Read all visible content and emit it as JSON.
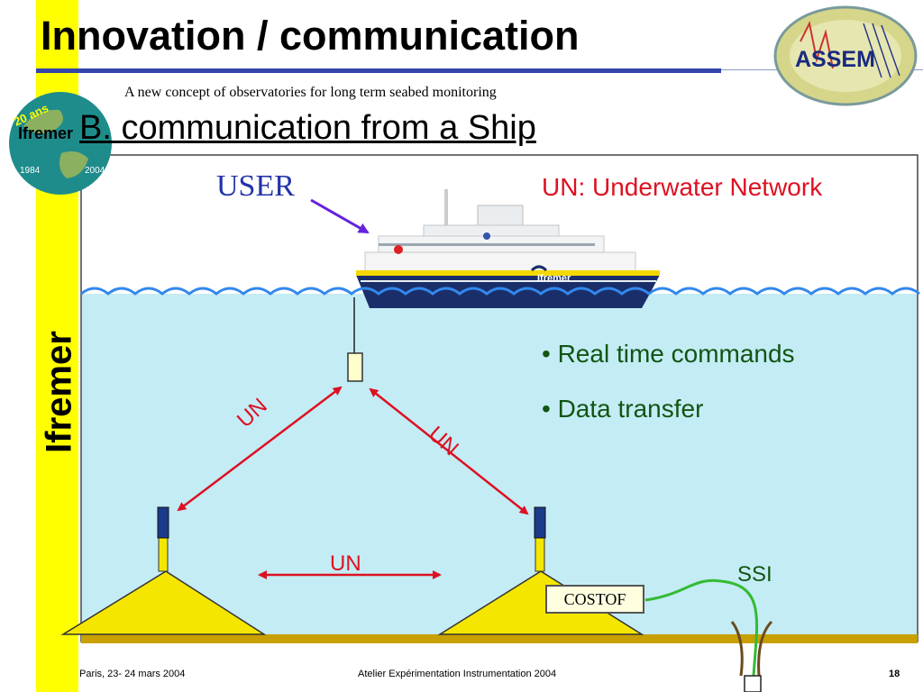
{
  "slide": {
    "title": "Innovation / communication",
    "subtitle": "A new concept of observatories for long term seabed monitoring",
    "section": "B. communication from a Ship"
  },
  "branding": {
    "side_text": "Ifremer",
    "globe_label": "Ifremer",
    "logo_text": "ASSEM"
  },
  "diagram": {
    "user_label": "USER",
    "legend_title": "UN: Underwater Network",
    "bullets": [
      "• Real time commands",
      "• Data transfer"
    ],
    "link_left": "UN",
    "link_right": "UN",
    "link_middle": "UN",
    "ssi_label": "SSI",
    "costof_label": "COSTOF"
  },
  "footer": {
    "left": "Paris, 23- 24 mars 2004",
    "center": "Atelier Expérimentation Instrumentation 2004",
    "page": "18"
  },
  "colors": {
    "water": "#c4ecf5",
    "seabed": "#c8a000",
    "pyramid": "#f5e600",
    "arrow_red": "#dd1122",
    "user_blue": "#2233aa",
    "accent_yellow": "#ffff00",
    "rule_blue": "#3344aa"
  }
}
